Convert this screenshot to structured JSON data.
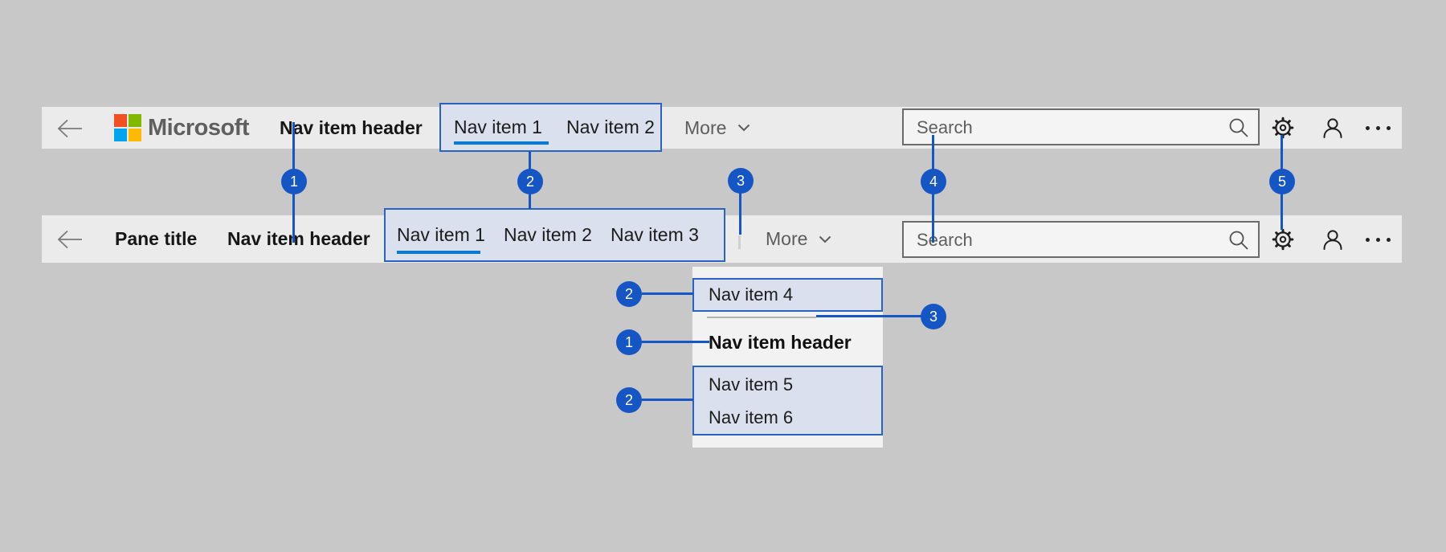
{
  "colors": {
    "page_bg": "#c8c8c8",
    "bar_bg": "#ebebeb",
    "panel_bg": "#f2f2f2",
    "search_bg": "#f4f4f4",
    "search_border": "#6b6b6b",
    "annotation_border": "#2a62c4",
    "annotation_fill": "#dae0ed",
    "callout_blue": "#1656c4",
    "selected_underline": "#0b79d1",
    "logo_gray": "#5f5f5f",
    "ms_red": "#f25022",
    "ms_green": "#7fba00",
    "ms_blue": "#00a4ef",
    "ms_yellow": "#ffb900"
  },
  "icons": {
    "back": "back-arrow",
    "logo": "microsoft-logo",
    "search": "magnifier",
    "settings": "gear",
    "account": "person",
    "more_options": "ellipsis",
    "dropdown_chevron": "chevron-down"
  },
  "top_bar": {
    "logo_text": "Microsoft",
    "nav_item_header": "Nav item header",
    "nav_items": [
      {
        "label": "Nav item 1",
        "selected": true
      },
      {
        "label": "Nav item 2",
        "selected": false
      }
    ],
    "more_label": "More",
    "search_placeholder": "Search"
  },
  "pane_bar": {
    "pane_title": "Pane title",
    "nav_item_header": "Nav item header",
    "nav_items": [
      {
        "label": "Nav item 1",
        "selected": true
      },
      {
        "label": "Nav item 2",
        "selected": false
      },
      {
        "label": "Nav item 3",
        "selected": false
      }
    ],
    "more_label": "More",
    "search_placeholder": "Search"
  },
  "overflow_menu": {
    "items_top": [
      {
        "label": "Nav item 4"
      }
    ],
    "header": "Nav item header",
    "items_bottom": [
      {
        "label": "Nav item 5"
      },
      {
        "label": "Nav item 6"
      }
    ]
  },
  "callouts": {
    "bar": [
      {
        "n": "1"
      },
      {
        "n": "2"
      },
      {
        "n": "3"
      },
      {
        "n": "4"
      },
      {
        "n": "5"
      }
    ],
    "menu": [
      {
        "n": "2"
      },
      {
        "n": "3"
      },
      {
        "n": "1"
      },
      {
        "n": "2"
      }
    ]
  }
}
